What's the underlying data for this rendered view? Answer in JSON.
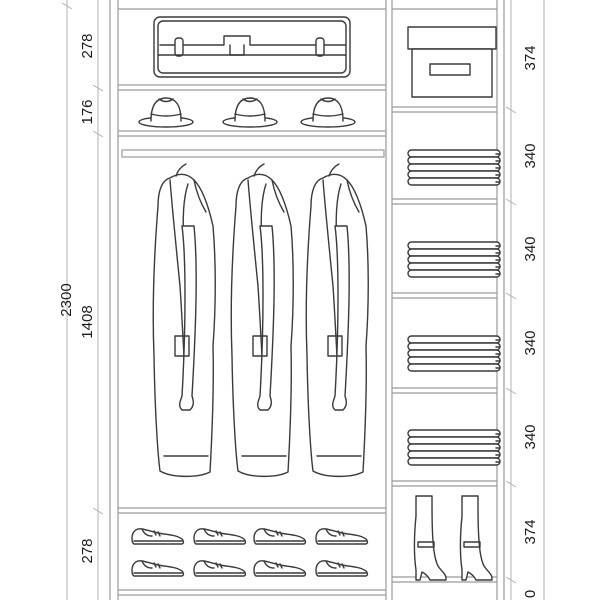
{
  "dimensions": {
    "total_height": "2300",
    "left_top": "278",
    "left_hats": "176",
    "left_hanging": "1408",
    "left_bottom": "278",
    "right_top": "374",
    "right_shelf_1": "340",
    "right_shelf_2": "340",
    "right_shelf_3": "340",
    "right_shelf_4": "340",
    "right_bottom": "374",
    "bottom_partial": "0"
  },
  "icons": {
    "suitcase": "suitcase-icon",
    "storage_box": "storage-box-icon",
    "hat": "hat-icon",
    "jacket": "jacket-icon",
    "folded_clothes": "folded-clothes-icon",
    "shoes": "shoes-icon",
    "boots": "boots-icon"
  }
}
